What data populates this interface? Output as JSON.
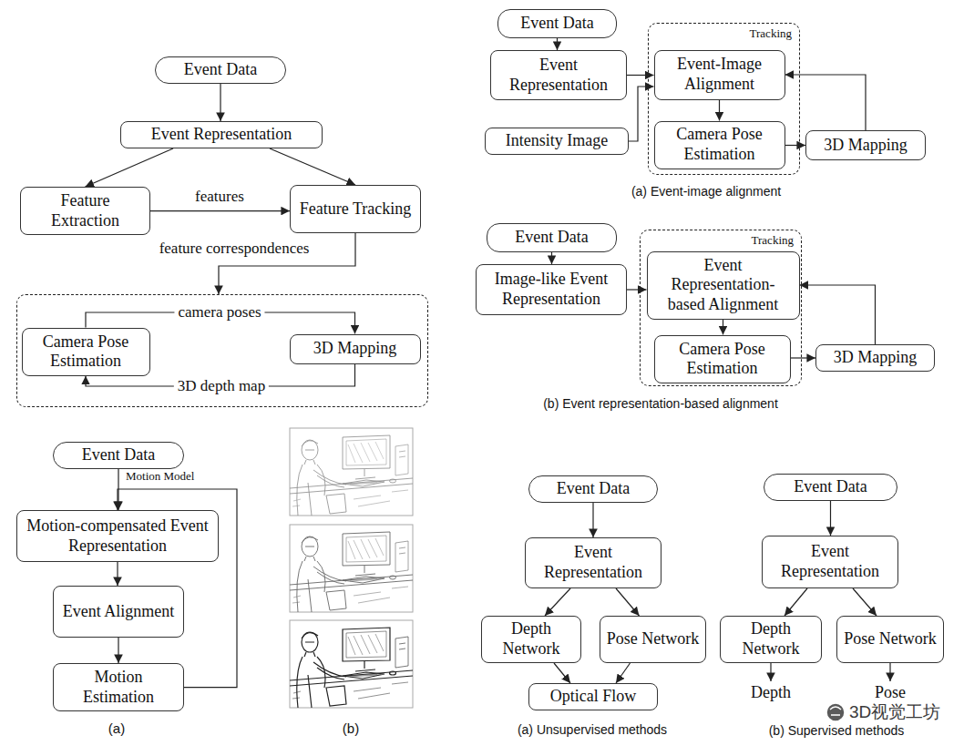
{
  "diagram": {
    "nodes": [
      {
        "text": [
          "Event Data"
        ]
      },
      {
        "text": [
          "Event Representation"
        ]
      },
      {
        "text": [
          "Feature Extraction"
        ]
      },
      {
        "text": [
          "Feature Tracking"
        ]
      },
      {
        "text": []
      },
      {
        "text": [
          "Camera Pose Estimation"
        ],
        "in": 4
      },
      {
        "text": [
          "3D Mapping"
        ],
        "in": 4
      },
      {
        "text": [
          "Event Data"
        ]
      },
      {
        "text": [
          "Event Representation"
        ]
      },
      {
        "text": [
          "Intensity Image"
        ]
      },
      {
        "text": [
          "Tracking"
        ]
      },
      {
        "text": [
          "Event-Image Alignment"
        ],
        "in": 10
      },
      {
        "text": [
          "Camera Pose Estimation"
        ],
        "in": 10
      },
      {
        "text": [
          "3D Mapping"
        ]
      },
      {
        "text": [
          "Event Data"
        ]
      },
      {
        "text": [
          "Image-like Event Representation"
        ]
      },
      {
        "text": [
          "Tracking"
        ]
      },
      {
        "text": [
          "Event Representation-based Alignment"
        ],
        "in": 16
      },
      {
        "text": [
          "Camera Pose Estimation"
        ],
        "in": 16
      },
      {
        "text": [
          "3D Mapping"
        ]
      },
      {
        "text": [
          "Event Data"
        ]
      },
      {
        "text": [
          "Motion-compensated Event Representation"
        ]
      },
      {
        "text": [
          "Event Alignment"
        ]
      },
      {
        "text": [
          "Motion Estimation"
        ]
      },
      {
        "text": [
          "Event Data"
        ]
      },
      {
        "text": [
          "Event Representation"
        ]
      },
      {
        "text": [
          "Depth Network"
        ]
      },
      {
        "text": [
          "Pose Network"
        ]
      },
      {
        "text": [
          "Optical Flow"
        ]
      },
      {
        "text": [
          "Event Data"
        ]
      },
      {
        "text": [
          "Event Representation"
        ]
      },
      {
        "text": [
          "Depth Network"
        ]
      },
      {
        "text": [
          "Pose Network"
        ]
      }
    ],
    "edges": [
      {
        "from": 0,
        "to": 1,
        "arrow": "to"
      },
      {
        "from": 1,
        "to": 2,
        "arrow": "to"
      },
      {
        "from": 1,
        "to": 3,
        "arrow": "to"
      },
      {
        "from": 2,
        "to": 3,
        "label": "features",
        "arrow": "to"
      },
      {
        "from": 3,
        "to": 4,
        "label": "feature correspondences",
        "arrow": "to"
      },
      {
        "from": 5,
        "to": 6,
        "label": "camera poses",
        "arrow": "to"
      },
      {
        "from": 6,
        "to": 5,
        "label": "3D depth map",
        "arrow": "to"
      },
      {
        "from": 7,
        "to": 8,
        "arrow": "to"
      },
      {
        "from": 8,
        "to": 11,
        "arrow": "to"
      },
      {
        "from": 9,
        "to": 11,
        "arrow": "to"
      },
      {
        "from": 11,
        "to": 12,
        "arrow": "to"
      },
      {
        "from": 12,
        "to": 13,
        "arrow": "to"
      },
      {
        "from": 13,
        "to": 11,
        "arrow": "to"
      },
      {
        "from": 14,
        "to": 15,
        "arrow": "to"
      },
      {
        "from": 15,
        "to": 17,
        "arrow": "to"
      },
      {
        "from": 17,
        "to": 18,
        "arrow": "to"
      },
      {
        "from": 18,
        "to": 19,
        "arrow": "to"
      },
      {
        "from": 19,
        "to": 17,
        "arrow": "to"
      },
      {
        "from": 20,
        "to": 21,
        "arrow": "to"
      },
      {
        "from": 21,
        "to": 22,
        "arrow": "to"
      },
      {
        "from": 22,
        "to": 23,
        "arrow": "to"
      },
      {
        "from": 23,
        "to": 21,
        "label": "Motion Model",
        "arrow": "to"
      },
      {
        "from": 24,
        "to": 25,
        "arrow": "to"
      },
      {
        "from": 25,
        "to": 26,
        "arrow": "to"
      },
      {
        "from": 25,
        "to": 27,
        "arrow": "to"
      },
      {
        "from": 26,
        "to": 28,
        "arrow": "to"
      },
      {
        "from": 27,
        "to": 28,
        "arrow": "to"
      },
      {
        "from": 29,
        "to": 30,
        "arrow": "to"
      },
      {
        "from": 30,
        "to": 31,
        "arrow": "to"
      },
      {
        "from": 30,
        "to": 32,
        "arrow": "to"
      }
    ],
    "labels": [
      "(a) Event-image alignment",
      "(b) Event representation-based alignment",
      "(a)",
      "(b)",
      "(a) Unsupervised methods",
      "(b) Supervised methods",
      "Depth",
      "Pose",
      "3D视觉工坊"
    ]
  }
}
